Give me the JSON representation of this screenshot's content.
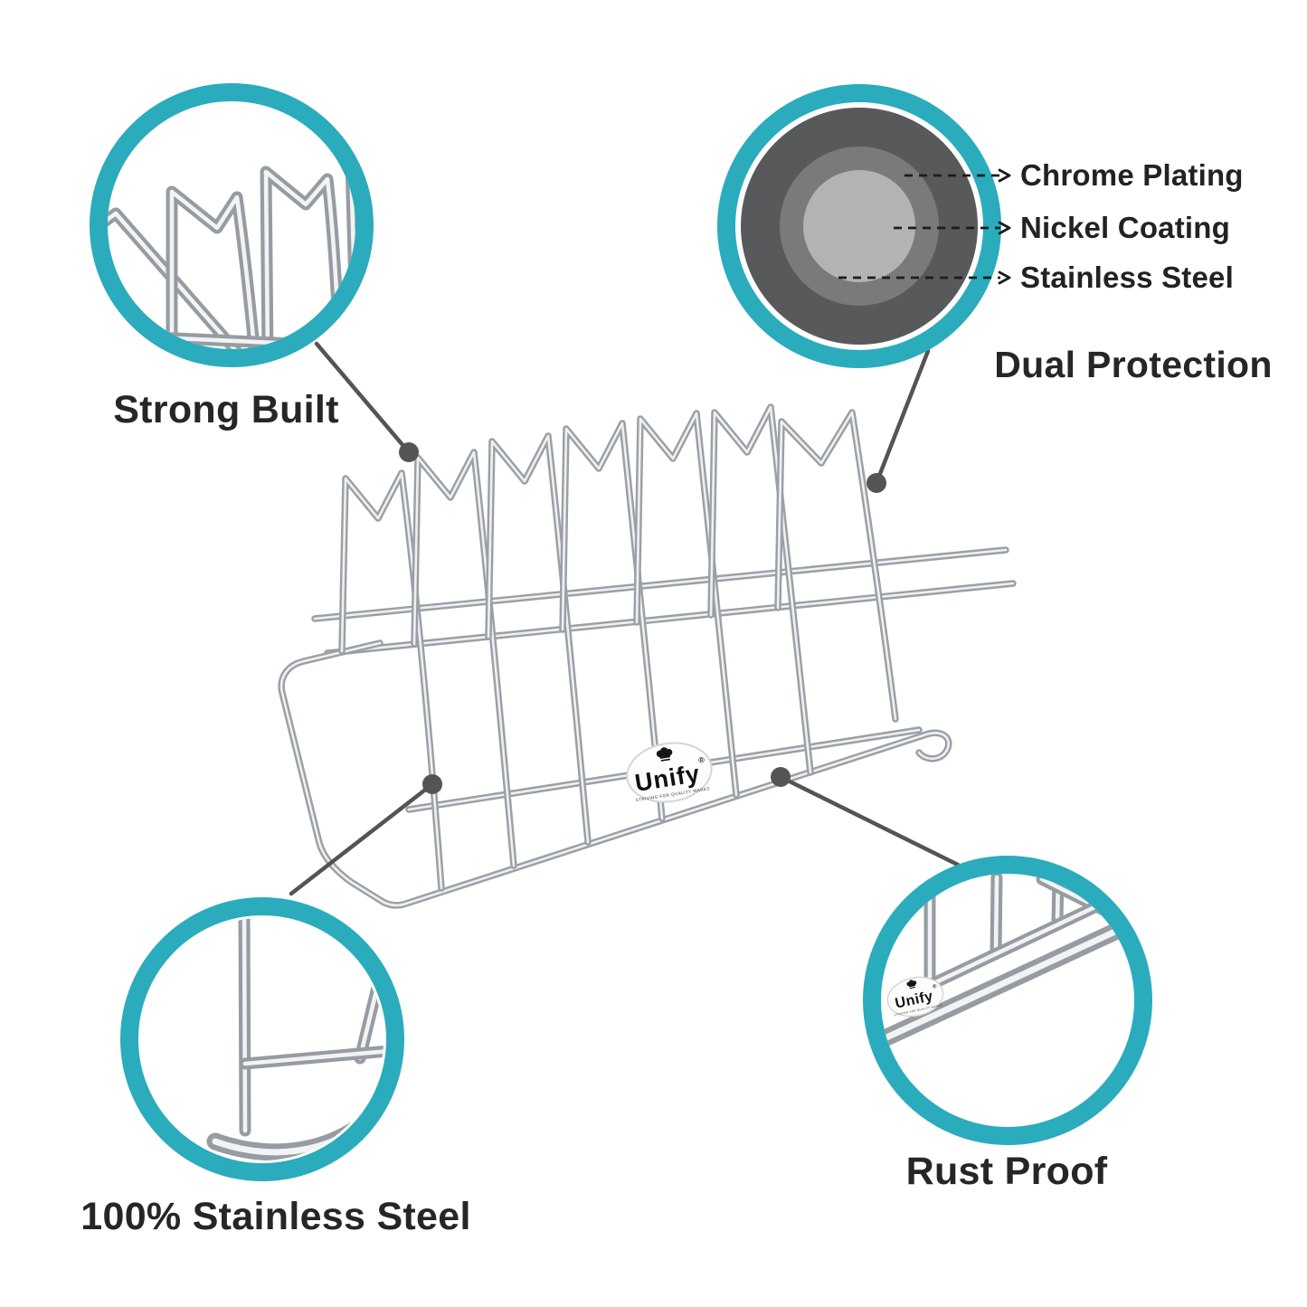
{
  "brand": {
    "name": "Unify",
    "registered": "®",
    "tagline": "STRIVING FOR QUALITY WARES"
  },
  "features": {
    "strong_built": {
      "label": "Strong Built"
    },
    "dual_protection": {
      "label": "Dual Protection",
      "layers": [
        {
          "label": "Chrome Plating"
        },
        {
          "label": "Nickel Coating"
        },
        {
          "label": "Stainless Steel"
        }
      ]
    },
    "stainless_steel": {
      "label": "100% Stainless Steel"
    },
    "rust_proof": {
      "label": "Rust Proof"
    }
  },
  "colors": {
    "accent_teal": "#2aacbd",
    "text_dark": "#262626",
    "connector_gray": "#545456",
    "layer_dark": "#58595b",
    "layer_medium": "#797a7c",
    "layer_light": "#b1b3b5",
    "wire_silver": "#9aa0a5"
  }
}
